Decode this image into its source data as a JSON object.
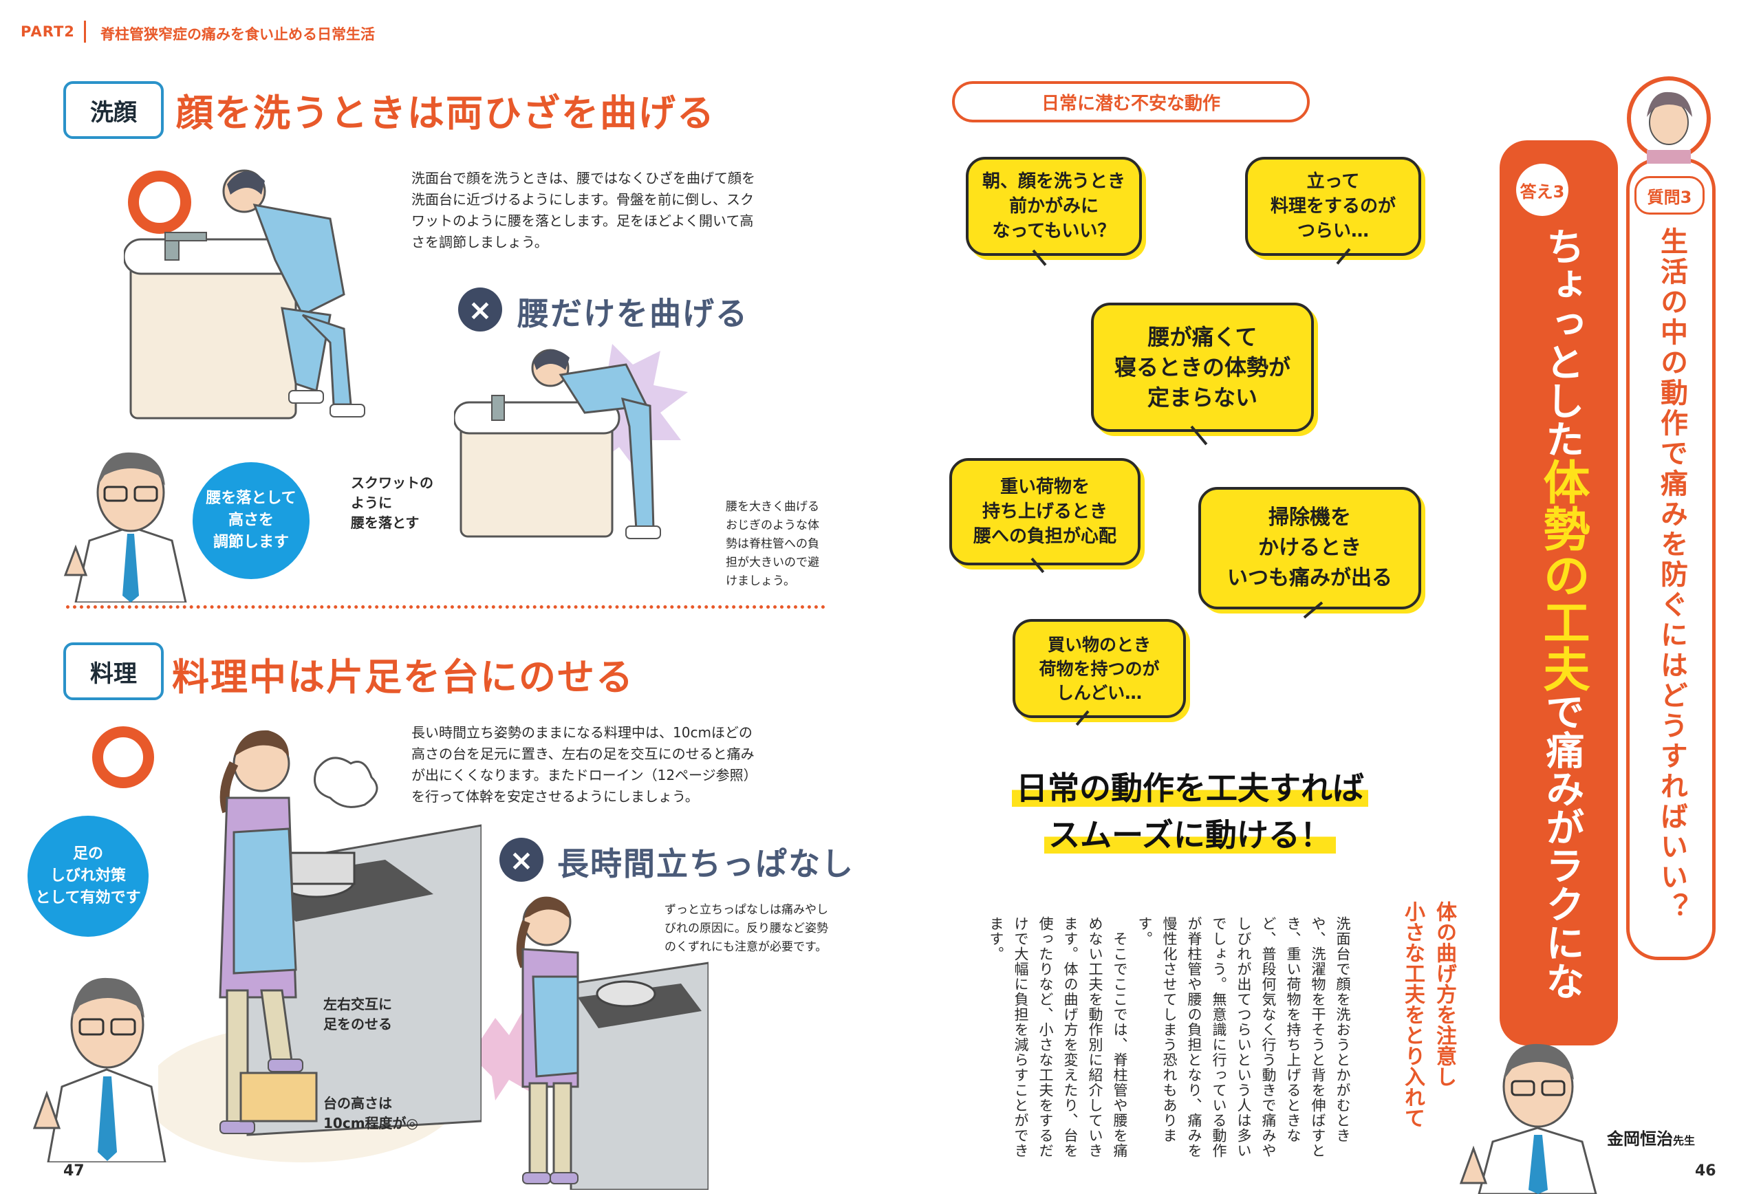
{
  "header": {
    "part": "PART2",
    "title": "脊柱管狭窄症の痛みを食い止める日常生活"
  },
  "section_face": {
    "tag": "洗顔",
    "heading": "顔を洗うときは両ひざを曲げる",
    "text": "洗面台で顔を洗うときは、腰ではなくひざを曲げて顔を洗面台に近づけるようにします。骨盤を前に倒し、スクワットのように腰を落とします。足をほどよく開いて高さを調節しましょう。",
    "bad_heading": "腰だけを曲げる",
    "squat_note": "スクワットの\nように\n腰を落とす",
    "bad_note": "腰を大きく曲げる\nおじぎのような体\n勢は脊柱管への負\n担が大きいので避\nけましょう。",
    "doctor_bubble": "腰を落として\n高さを\n調節します"
  },
  "section_cook": {
    "tag": "料理",
    "heading": "料理中は片足を台にのせる",
    "text": "長い時間立ち姿勢のままになる料理中は、10cmほどの高さの台を足元に置き、左右の足を交互にのせると痛みが出にくくなります。またドローイン（12ページ参照）を行って体幹を安定させるようにしましょう。",
    "bad_heading": "長時間立ちっぱなし",
    "bad_note": "ずっと立ちっぱなしは痛みやし\nびれの原因に。反り腰など姿勢\nのくずれにも注意が必要です。",
    "foot_note": "左右交互に\n足をのせる",
    "height_note": "台の高さは\n10cm程度が◎",
    "doctor_bubble": "足の\nしびれ対策\nとして有効です"
  },
  "page_left_no": "47",
  "anxieties": {
    "title": "日常に潜む不安な動作",
    "bubbles": [
      "朝、顔を洗うとき\n前かがみに\nなってもいい？",
      "立って\n料理をするのが\nつらい…",
      "腰が痛くて\n寝るときの体勢が\n定まらない",
      "重い荷物を\n持ち上げるとき\n腰への負担が心配",
      "掃除機を\nかけるとき\nいつも痛みが出る",
      "買い物のとき\n荷物を持つのが\nしんどい…"
    ],
    "conclusion_line1": "日常の動作を工夫すれば",
    "conclusion_line2": "スムーズに動ける！"
  },
  "body": {
    "subhead": "体の曲げ方を注意し\n小さな工夫をとり入れて",
    "text": "洗面台で顔を洗おうとかがむときや、洗濯物を干そうと背を伸ばすとき、重い荷物を持ち上げるときなど、普段何気なく行う動きで痛みやしびれが出てつらいという人は多いでしょう。無意識に行っている動作が脊柱管や腰の負担となり、痛みを慢性化させてしまう恐れもあります。\n　そこでここでは、脊柱管や腰を痛めない工夫を動作別に紹介していきます。体の曲げ方を変えたり、台を使ったりなど、小さな工夫をするだけで大幅に負担を減らすことができます。"
  },
  "answer": {
    "label": "答え3",
    "text_a": "ちょっとした",
    "text_b": "体勢の工夫",
    "text_c": "で痛みがラクになります"
  },
  "question": {
    "label": "質問3",
    "text": "生活の中の動作で痛みを防ぐにはどうすればいい？"
  },
  "doctor": {
    "name": "金岡恒治",
    "suffix": "先生"
  },
  "page_right_no": "46",
  "colors": {
    "accent": "#e8592a",
    "blue": "#1a9ee0",
    "yellow": "#ffe21a",
    "navy": "#3e4a64"
  }
}
